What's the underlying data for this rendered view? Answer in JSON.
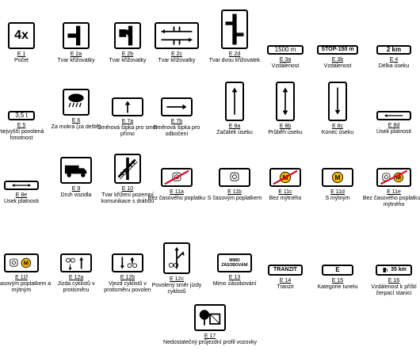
{
  "signs": [
    {
      "code": "E 1",
      "name": "Počet",
      "text": "4x"
    },
    {
      "code": "E 2a",
      "name": "Tvar křižovatky"
    },
    {
      "code": "E 2b",
      "name": "Tvar křižovatky"
    },
    {
      "code": "E 2c",
      "name": "Tvar křižovatky"
    },
    {
      "code": "E 2d",
      "name": "Tvar dvou křižovatek"
    },
    {
      "code": "E 3a",
      "name": "Vzdálenost",
      "text": "1500 m"
    },
    {
      "code": "E 3b",
      "name": "Vzdálenost",
      "text": "STOP-150 m"
    },
    {
      "code": "E 4",
      "name": "Délka úseku",
      "text": "2 km"
    },
    {
      "code": "E 5",
      "name": "Nejvyšší povolená hmotnost",
      "text": "3,5 t"
    },
    {
      "code": "E 6",
      "name": "Za mokra (za deště)"
    },
    {
      "code": "E 7a",
      "name": "Směrová šipka pro směr přímo"
    },
    {
      "code": "E 7b",
      "name": "Směrová šipka pro odbočení"
    },
    {
      "code": "E 8a",
      "name": "Začátek úseku"
    },
    {
      "code": "E 8b",
      "name": "Průběh úseku"
    },
    {
      "code": "E 8c",
      "name": "Konec úseku"
    },
    {
      "code": "E 8d",
      "name": "Úsek platnosti"
    },
    {
      "code": "E 8e",
      "name": "Úsek platnosti"
    },
    {
      "code": "E 9",
      "name": "Druh vozidla"
    },
    {
      "code": "E 10",
      "name": "Tvar křížení pozemní komunikace s dráhou"
    },
    {
      "code": "E 11a",
      "name": "Bez časového poplatku"
    },
    {
      "code": "E 11b",
      "name": "S časovým poplatkem"
    },
    {
      "code": "E 11c",
      "name": "Bez mýtného",
      "text": "M"
    },
    {
      "code": "E 11d",
      "name": "S mýtným",
      "text": "M"
    },
    {
      "code": "E 11e",
      "name": "Bez časového poplatku a mýtného",
      "text": "M"
    },
    {
      "code": "E 11f",
      "name": "S časovým poplatkem a mýtným",
      "text": "M"
    },
    {
      "code": "E 12a",
      "name": "Jízda cyklistů v protisměru"
    },
    {
      "code": "E 12b",
      "name": "Vjezd cyklistů v protisměru povolen"
    },
    {
      "code": "E 12c",
      "name": "Povolený směr jízdy cyklistů"
    },
    {
      "code": "E 13",
      "name": "Mimo zásobování",
      "text": "MIMO ZÁSOBOVÁNÍ"
    },
    {
      "code": "E 14",
      "name": "Tranzit",
      "text": "TRANZIT"
    },
    {
      "code": "E 15",
      "name": "Kategorie tunelu",
      "text": "E"
    },
    {
      "code": "E 16",
      "name": "Vzdálenost k příští čerpací stanici",
      "text": "35 km"
    },
    {
      "code": "E 17",
      "name": "Nedostatečný průjezdní profil vozovky"
    }
  ],
  "colors": {
    "red": "#e2001a",
    "yellow": "#f7b500"
  }
}
